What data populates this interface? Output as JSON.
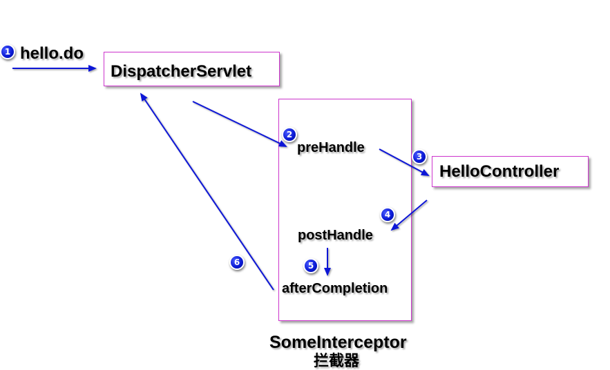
{
  "request": {
    "label": "hello.do"
  },
  "nodes": {
    "dispatcher": "DispatcherServlet",
    "controller": "HelloController"
  },
  "interceptor": {
    "methods": {
      "pre": "preHandle",
      "post": "postHandle",
      "after": "afterCompletion"
    },
    "name": "SomeInterceptor",
    "subtitle": "拦截器"
  },
  "steps": [
    "1",
    "2",
    "3",
    "4",
    "5",
    "6"
  ],
  "colors": {
    "arrow": "#0a14d6",
    "box_border": "#cc33cc",
    "step_badge": "#0b1bd6"
  }
}
